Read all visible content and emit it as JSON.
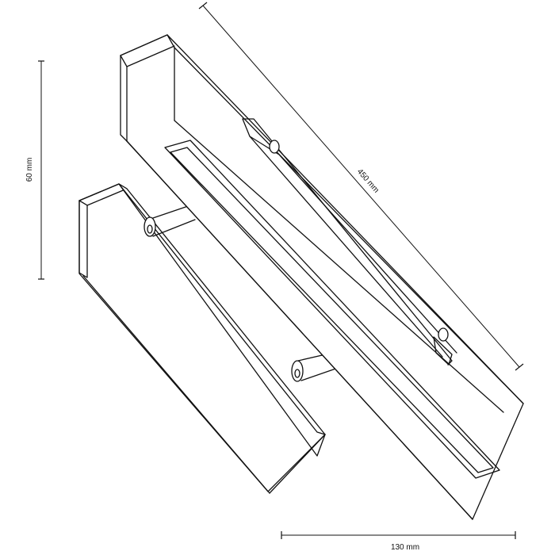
{
  "dimensions": {
    "height_label": "60 mm",
    "length_label": "450 mm",
    "depth_label": "130 mm"
  }
}
